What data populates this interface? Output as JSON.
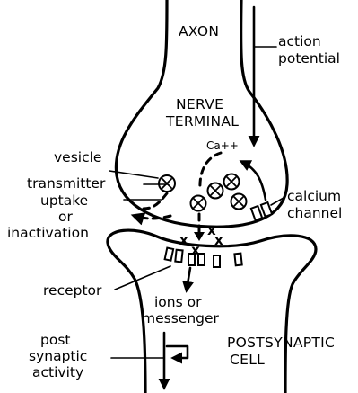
{
  "labels": {
    "axon": "AXON",
    "action_potential_1": "action",
    "action_potential_2": "potential",
    "nerve_terminal_1": "NERVE",
    "nerve_terminal_2": "TERMINAL",
    "calcium_ion": "Ca++",
    "vesicle": "vesicle",
    "transmitter": "transmitter",
    "uptake_1": "uptake",
    "uptake_2": "or",
    "uptake_3": "inactivation",
    "calcium_channel_1": "calcium",
    "calcium_channel_2": "channel",
    "receptor": "receptor",
    "ions_1": "ions or",
    "ions_2": "messenger",
    "post_activity_1": "post",
    "post_activity_2": "synaptic",
    "post_activity_3": "activity",
    "postsynaptic_1": "POSTSYNAPTIC",
    "postsynaptic_2": "CELL",
    "transmitter_mark": "x"
  }
}
